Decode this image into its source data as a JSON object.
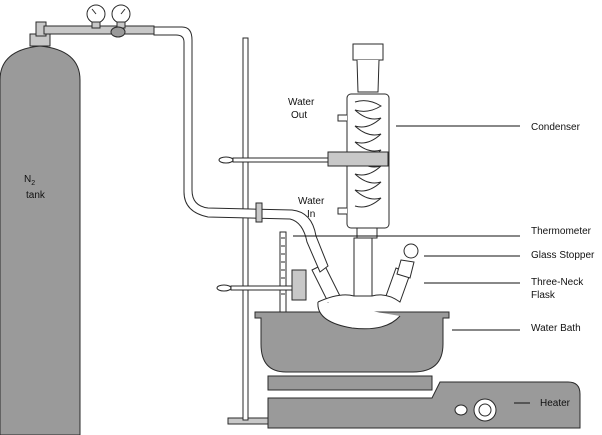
{
  "tank": {
    "name": "N",
    "subscript": "2",
    "word": "tank"
  },
  "water_out": {
    "line1": "Water",
    "line2": "Out"
  },
  "water_in": {
    "line1": "Water",
    "line2": "In"
  },
  "labels": {
    "condenser": "Condenser",
    "thermometer": "Thermometer",
    "glass_stopper": "Glass Stopper",
    "flask_line1": "Three-Neck",
    "flask_line2": "Flask",
    "water_bath": "Water Bath",
    "heater": "Heater"
  },
  "colors": {
    "equipment_fill": "#9a9a9a",
    "light_fill": "#c8c8c8",
    "outline": "#2a2a2a"
  }
}
